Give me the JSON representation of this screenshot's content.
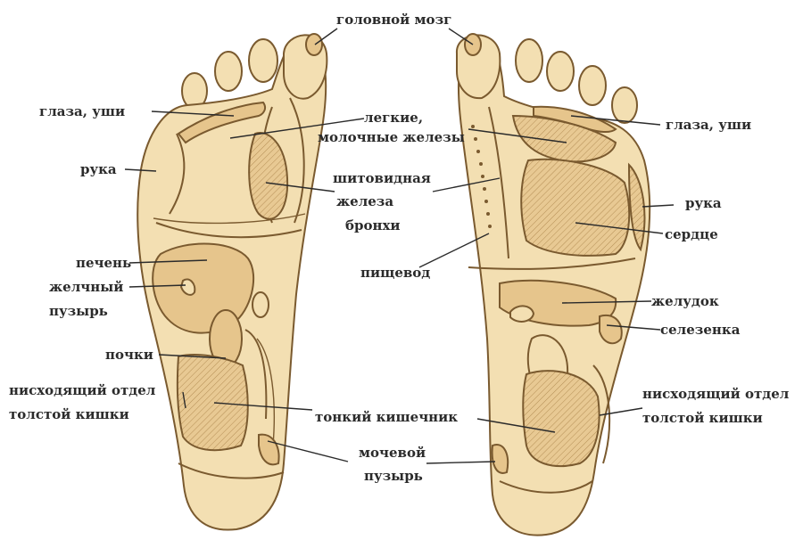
{
  "labels": {
    "brain": "головной мозг",
    "eyes_ears_left": "глаза, уши",
    "eyes_ears_right": "глаза, уши",
    "lungs_1": "легкие,",
    "lungs_2": "молочные железы",
    "arm_left": "рука",
    "arm_right": "рука",
    "thyroid_1": "шитовидная",
    "thyroid_2": "железа",
    "thyroid_3": "бронхи",
    "heart": "сердце",
    "esophagus": "пищевод",
    "liver": "печень",
    "gall_1": "желчный",
    "gall_2": "пузырь",
    "stomach": "желудок",
    "spleen": "селезенка",
    "kidneys": "почки",
    "colon_left_1": "нисходящий отдел",
    "colon_left_2": "толстой кишки",
    "small_intestine": "тонкий кишечник",
    "colon_right_1": "нисходящий отдел",
    "colon_right_2": "толстой кишки",
    "bladder_1": "мочевой",
    "bladder_2": "пузырь"
  },
  "colors": {
    "foot_fill": "#f3dfb2",
    "zone_fill": "#e6c58c",
    "hatch_stroke": "#b48e55",
    "outline": "#7a5a2f",
    "leader": "#2b2b2b",
    "text": "#2b2b2b"
  }
}
